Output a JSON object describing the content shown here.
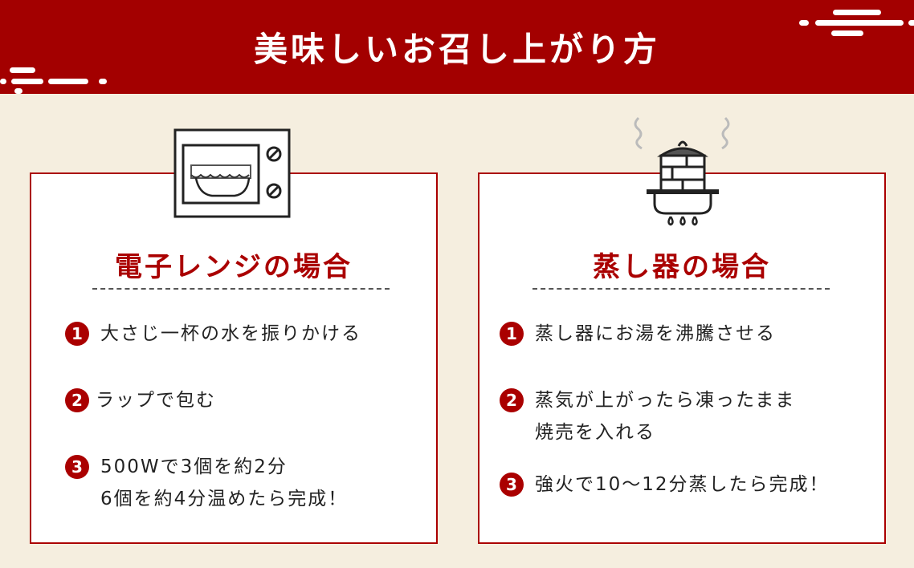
{
  "header": {
    "title": "美味しいお召し上がり方"
  },
  "colors": {
    "accent": "#a30000",
    "background": "#f5eedf"
  },
  "microwave": {
    "icon": "microwave-icon",
    "title": "電子レンジの場合",
    "steps": [
      {
        "num": "1",
        "text": "大さじ一杯の水を振りかける"
      },
      {
        "num": "2",
        "text": "ラップで包む"
      },
      {
        "num": "3",
        "text": "500Wで3個を約2分",
        "text2": "6個を約4分温めたら完成！"
      }
    ]
  },
  "steamer": {
    "icon": "steamer-icon",
    "title": "蒸し器の場合",
    "steps": [
      {
        "num": "1",
        "text": "蒸し器にお湯を沸騰させる"
      },
      {
        "num": "2",
        "text": "蒸気が上がったら凍ったまま",
        "text2": "焼売を入れる"
      },
      {
        "num": "3",
        "text": "強火で10〜12分蒸したら完成！"
      }
    ]
  }
}
